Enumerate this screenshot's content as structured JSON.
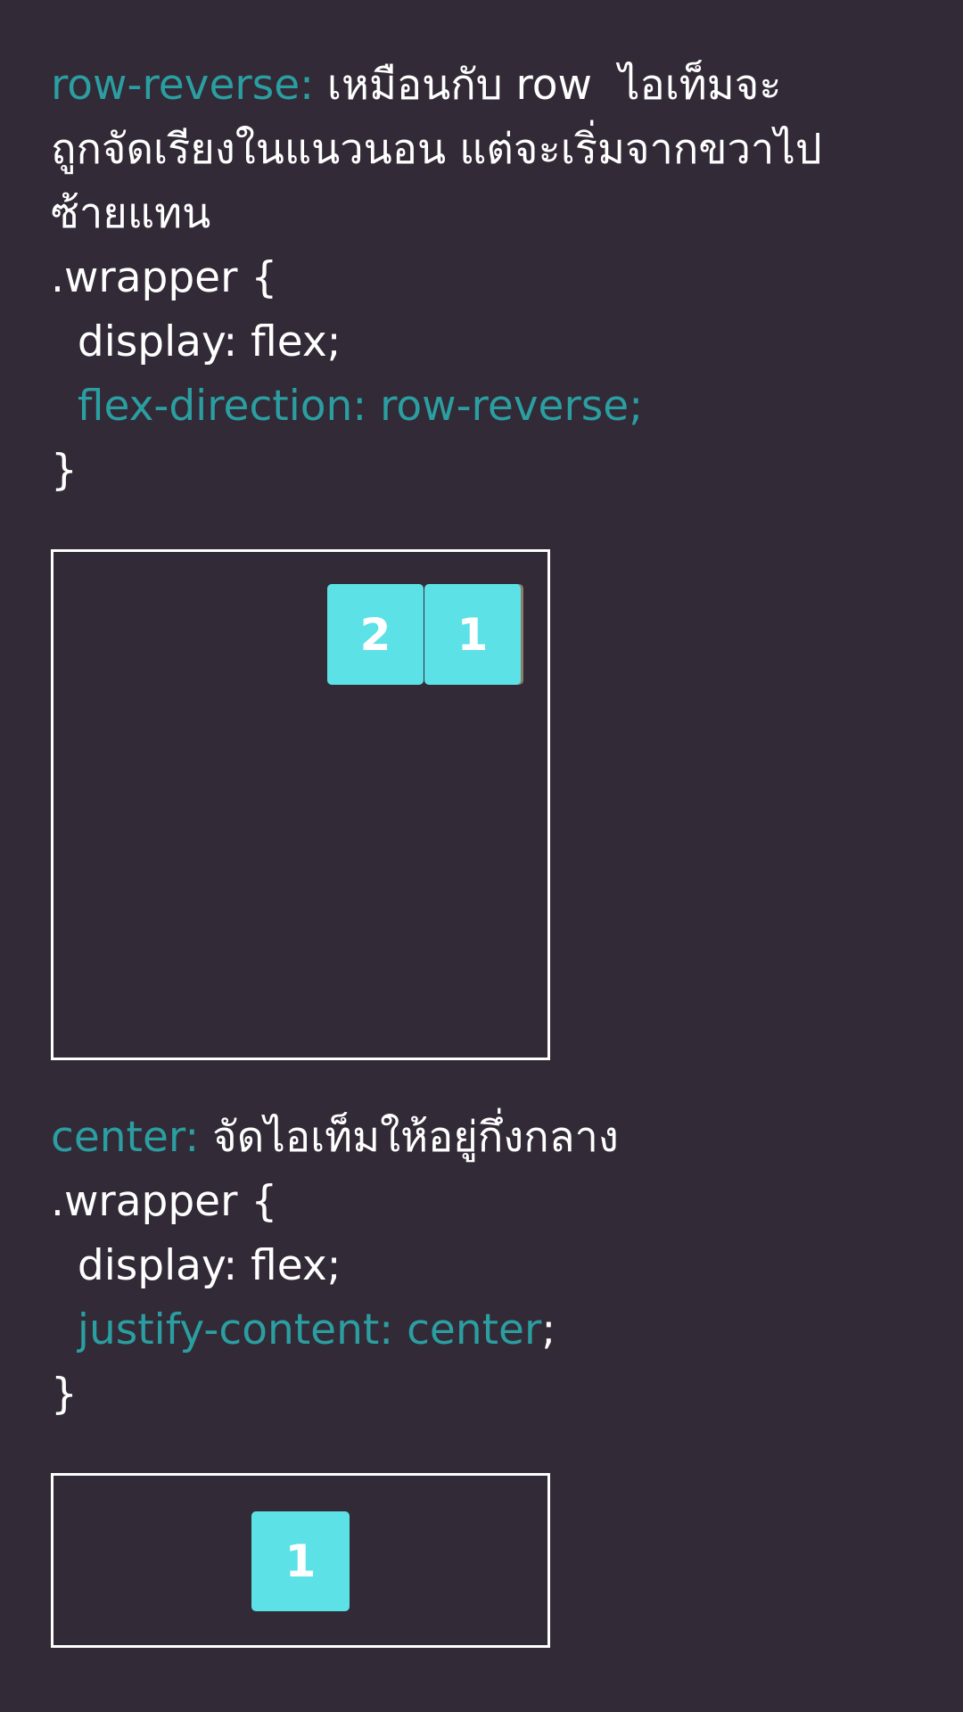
{
  "section1": {
    "keyword": "row-reverse:",
    "desc_line1": " เหมือนกับ row  ไอเท็มจะ",
    "desc_line2": "ถูกจัดเรียงในแนวนอน แต่จะเริ่มจากขวาไป",
    "desc_line3": "ซ้ายแทน",
    "code_open": ".wrapper {",
    "code_display": "  display: flex;",
    "code_prop": "  flex-direction: row-reverse;",
    "code_close": "}",
    "demo_items": [
      "2",
      "1"
    ]
  },
  "section2": {
    "keyword": "center:",
    "desc": " จัดไอเท็มให้อยู่กึ่งกลาง",
    "code_open": ".wrapper {",
    "code_display": "  display: flex;",
    "code_prop": "  justify-content: center",
    "code_semicolon": ";",
    "code_close": "}",
    "demo_items": [
      "1"
    ]
  },
  "colors": {
    "background": "#322a36",
    "accent": "#2b9ea1",
    "item": "#5ce1e6",
    "text": "#ffffff"
  }
}
